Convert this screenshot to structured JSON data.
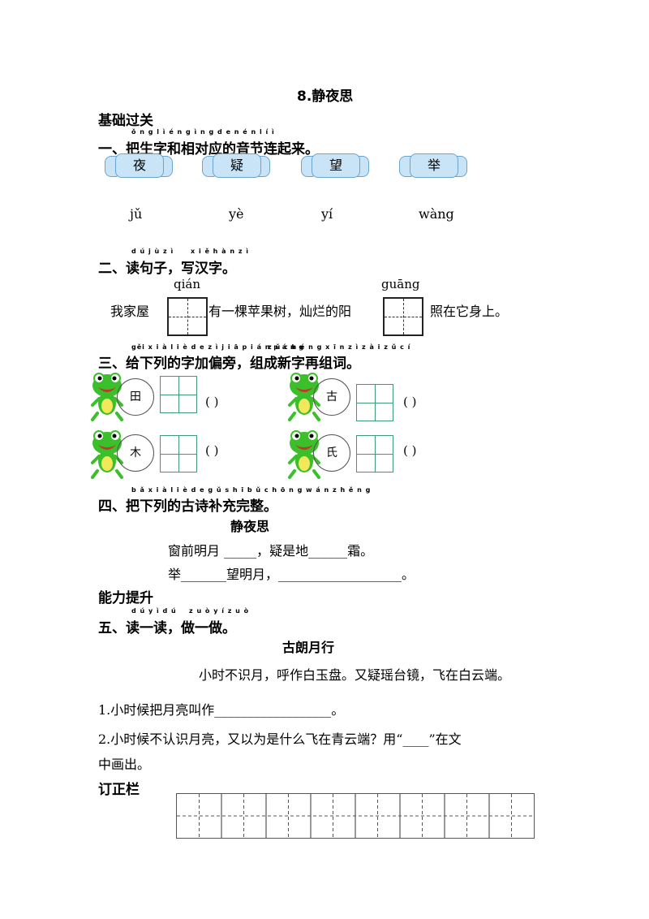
{
  "title": "8.静夜思",
  "basic": "基础过关",
  "sec1": {
    "pinyin": "ǒ n g l ì é n g ì n g d e n é n l í ì",
    "heading": "一、把生字和相对应的音节连起来。",
    "chars": [
      "夜",
      "疑",
      "望",
      "举"
    ],
    "syllables": [
      "jǔ",
      "yè",
      "yí",
      "wàng"
    ]
  },
  "sec2": {
    "pinyin1": "d ú j ù z ì",
    "pinyin2": "x i ě h à n z ì",
    "heading": "二、读句子，写汉字。",
    "py_a": "qián",
    "py_b": "guāng",
    "part1": "我家屋",
    "part2": "有一棵苹果树，灿烂的阳",
    "part3": "照在它身上。"
  },
  "sec3": {
    "pinyin1": "gěi x i à l i è d e z ì j i ā p i á n p á n g",
    "pinyin2": "z ǔ c h é n g x ī n z ì z à i z ǔ c í",
    "heading": "三、给下列的字加偏旁，组成新字再组词。",
    "chars": [
      "田",
      "古",
      "木",
      "氏"
    ],
    "paren": "(            )"
  },
  "sec4": {
    "pinyin": "b ǎ x i à l i è d e g ǔ s h ī b ǔ c h ō n g w á n z h ě n g",
    "heading": "四、把下列的古诗补充完整。",
    "poem_title": "静夜思",
    "line1": "窗前明月 _____，疑是地______霜。",
    "line2": "举_______望明月，___________________。"
  },
  "ability": "能力提升",
  "sec5": {
    "pinyin1": "d ú y ì d ú",
    "pinyin2": "z u ò y í z u ò",
    "heading": "五、读一读，做一做。",
    "poem_title": "古朗月行",
    "poem": "小时不识月，呼作白玉盘。又疑瑶台镜，飞在白云端。",
    "q1": "1.小时候把月亮叫作__________________。",
    "q2a": "2.小时候不认识月亮，又以为是什么飞在青云端？用“____”在文",
    "q2b": "中画出。"
  },
  "correction": "订正栏"
}
